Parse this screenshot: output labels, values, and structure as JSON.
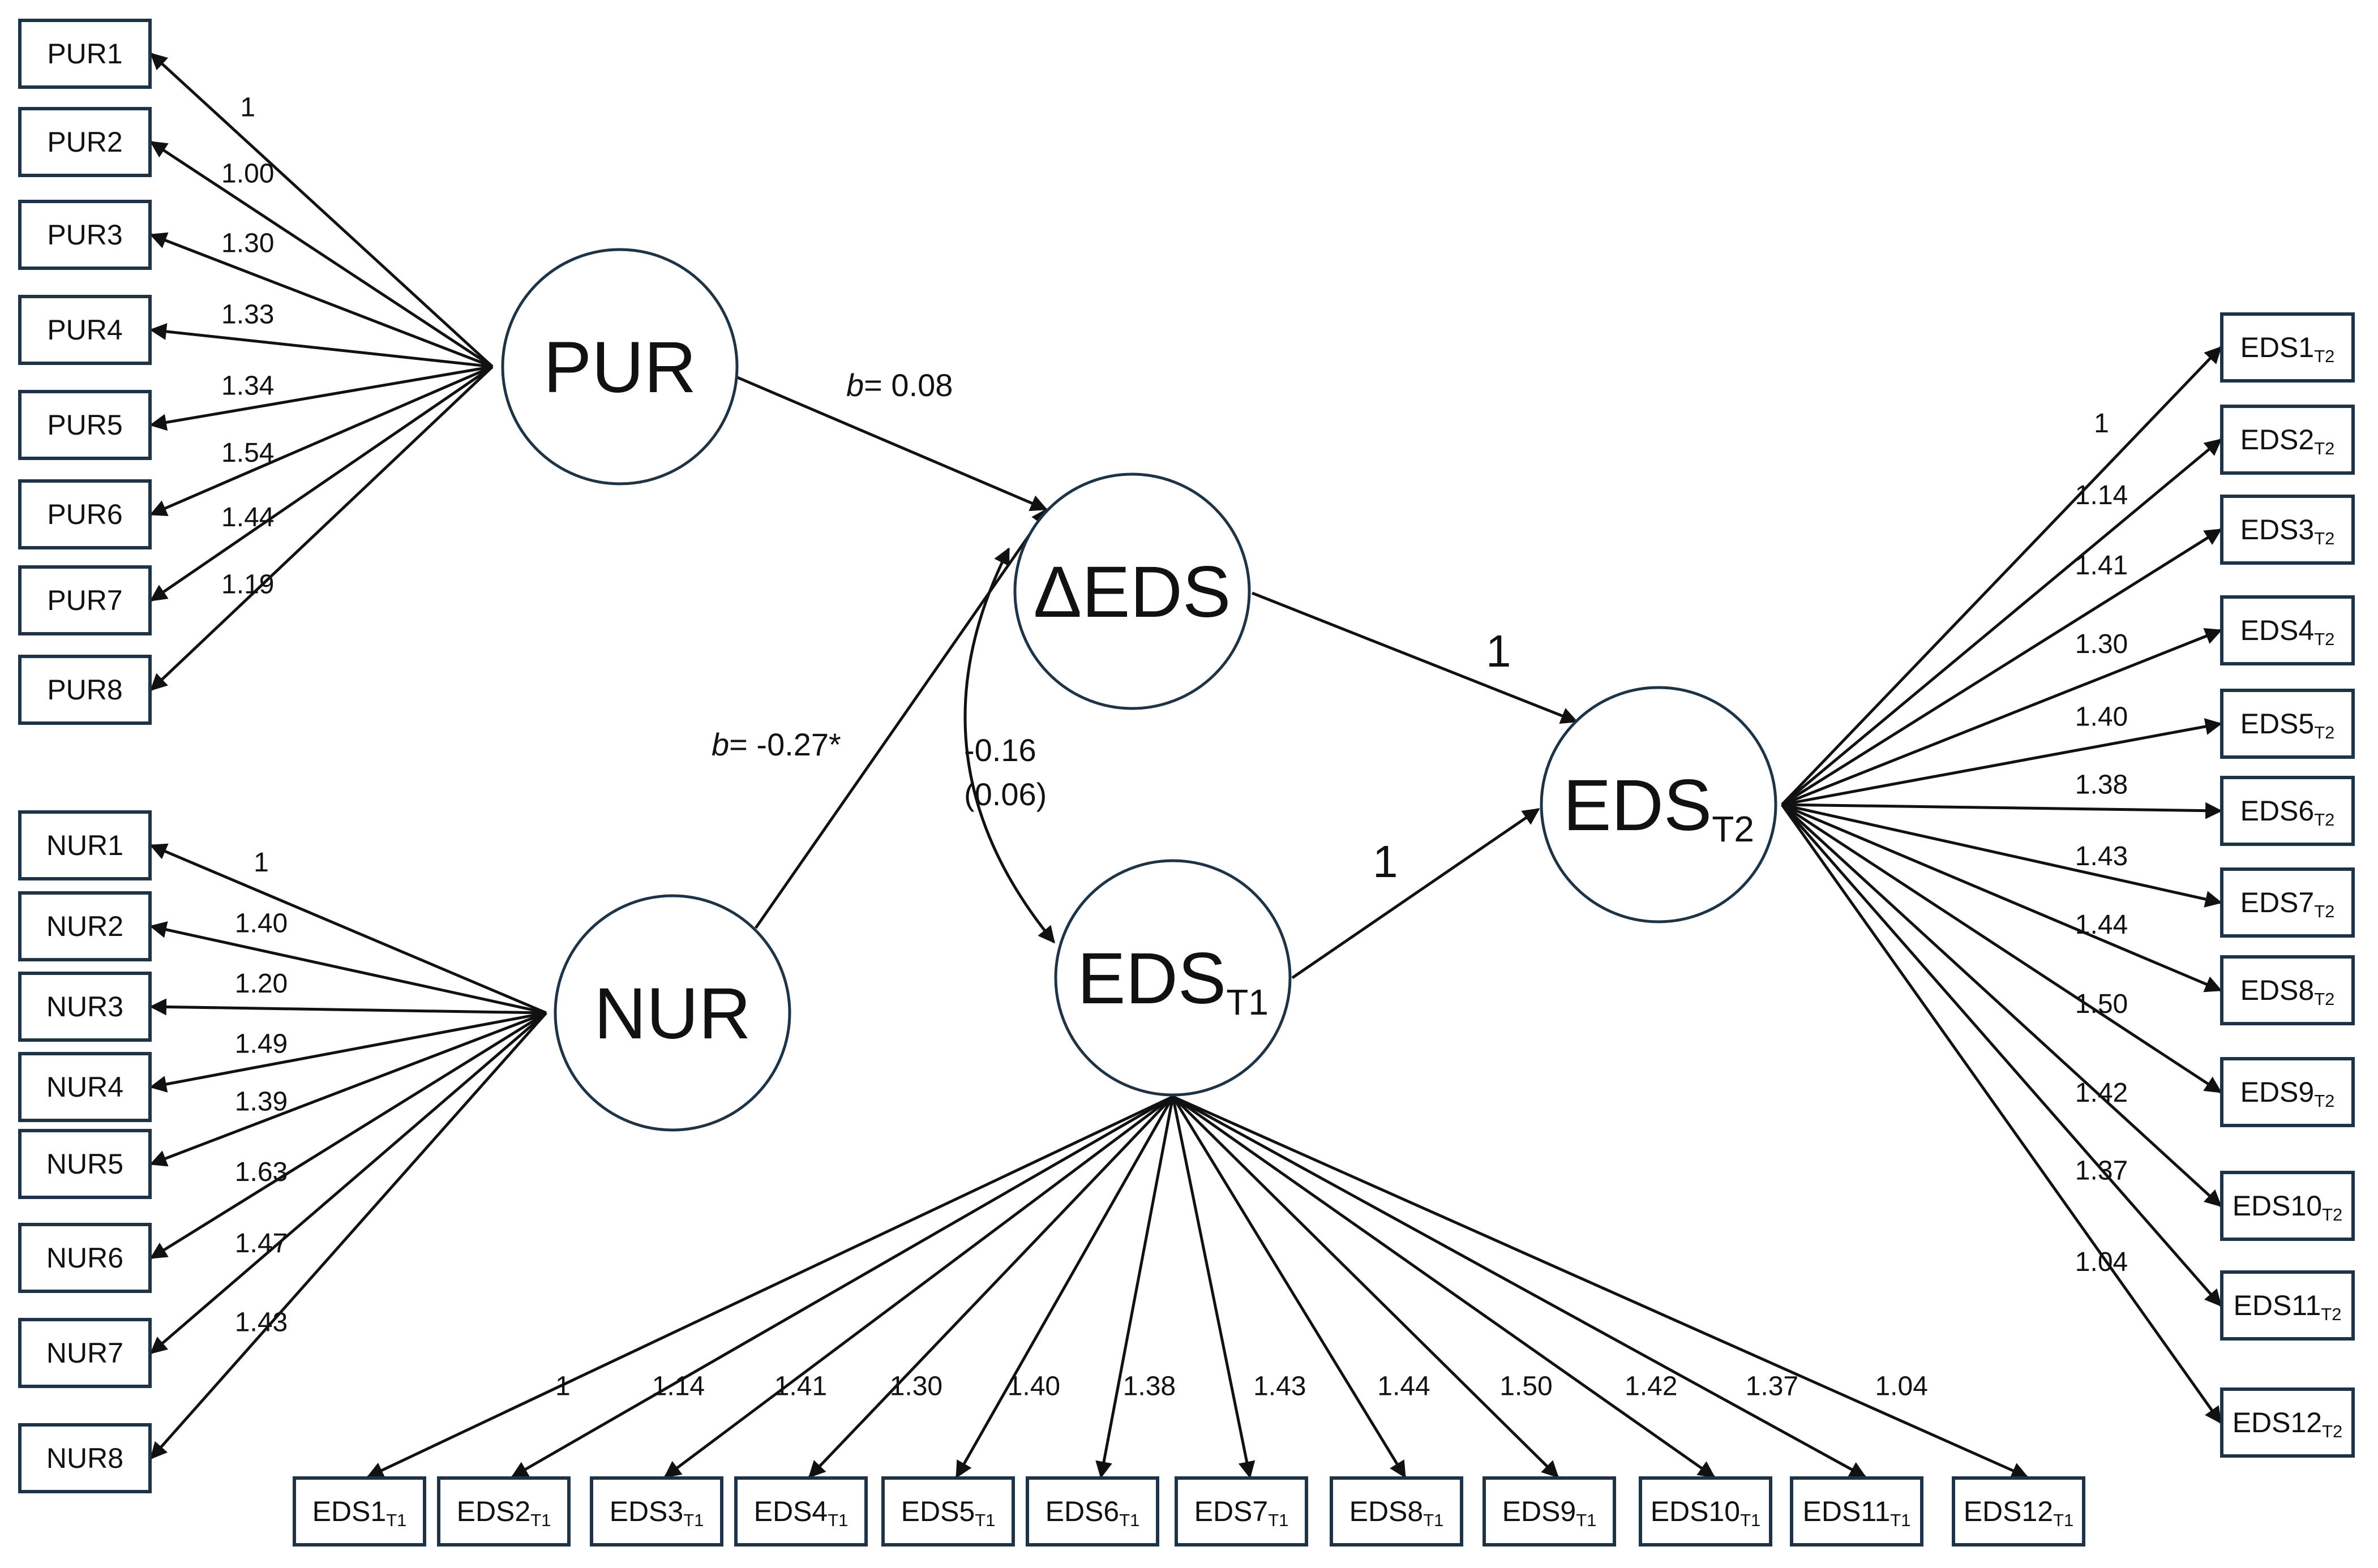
{
  "latents": {
    "pur": {
      "label": "PUR",
      "sub": ""
    },
    "nur": {
      "label": "NUR",
      "sub": ""
    },
    "deds": {
      "label": "ΔEDS",
      "sub": ""
    },
    "edst1": {
      "label": "EDS",
      "sub": "T1"
    },
    "edst2": {
      "label": "EDS",
      "sub": "T2"
    }
  },
  "indicators": {
    "pur": [
      {
        "label": "PUR1",
        "sub": "",
        "loading": "1"
      },
      {
        "label": "PUR2",
        "sub": "",
        "loading": "1.00"
      },
      {
        "label": "PUR3",
        "sub": "",
        "loading": "1.30"
      },
      {
        "label": "PUR4",
        "sub": "",
        "loading": "1.33"
      },
      {
        "label": "PUR5",
        "sub": "",
        "loading": "1.34"
      },
      {
        "label": "PUR6",
        "sub": "",
        "loading": "1.54"
      },
      {
        "label": "PUR7",
        "sub": "",
        "loading": "1.44"
      },
      {
        "label": "PUR8",
        "sub": "",
        "loading": "1.19"
      }
    ],
    "nur": [
      {
        "label": "NUR1",
        "sub": "",
        "loading": "1"
      },
      {
        "label": "NUR2",
        "sub": "",
        "loading": "1.40"
      },
      {
        "label": "NUR3",
        "sub": "",
        "loading": "1.20"
      },
      {
        "label": "NUR4",
        "sub": "",
        "loading": "1.49"
      },
      {
        "label": "NUR5",
        "sub": "",
        "loading": "1.39"
      },
      {
        "label": "NUR6",
        "sub": "",
        "loading": "1.63"
      },
      {
        "label": "NUR7",
        "sub": "",
        "loading": "1.47"
      },
      {
        "label": "NUR8",
        "sub": "",
        "loading": "1.43"
      }
    ],
    "edst1": [
      {
        "label": "EDS1",
        "sub": "T1",
        "loading": "1"
      },
      {
        "label": "EDS2",
        "sub": "T1",
        "loading": "1.14"
      },
      {
        "label": "EDS3",
        "sub": "T1",
        "loading": "1.41"
      },
      {
        "label": "EDS4",
        "sub": "T1",
        "loading": "1.30"
      },
      {
        "label": "EDS5",
        "sub": "T1",
        "loading": "1.40"
      },
      {
        "label": "EDS6",
        "sub": "T1",
        "loading": "1.38"
      },
      {
        "label": "EDS7",
        "sub": "T1",
        "loading": "1.43"
      },
      {
        "label": "EDS8",
        "sub": "T1",
        "loading": "1.44"
      },
      {
        "label": "EDS9",
        "sub": "T1",
        "loading": "1.50"
      },
      {
        "label": "EDS10",
        "sub": "T1",
        "loading": "1.42"
      },
      {
        "label": "EDS11",
        "sub": "T1",
        "loading": "1.37"
      },
      {
        "label": "EDS12",
        "sub": "T1",
        "loading": "1.04"
      }
    ],
    "edst2": [
      {
        "label": "EDS1",
        "sub": "T2",
        "loading": "1"
      },
      {
        "label": "EDS2",
        "sub": "T2",
        "loading": "1.14"
      },
      {
        "label": "EDS3",
        "sub": "T2",
        "loading": "1.41"
      },
      {
        "label": "EDS4",
        "sub": "T2",
        "loading": "1.30"
      },
      {
        "label": "EDS5",
        "sub": "T2",
        "loading": "1.40"
      },
      {
        "label": "EDS6",
        "sub": "T2",
        "loading": "1.38"
      },
      {
        "label": "EDS7",
        "sub": "T2",
        "loading": "1.43"
      },
      {
        "label": "EDS8",
        "sub": "T2",
        "loading": "1.44"
      },
      {
        "label": "EDS9",
        "sub": "T2",
        "loading": "1.50"
      },
      {
        "label": "EDS10",
        "sub": "T2",
        "loading": "1.42"
      },
      {
        "label": "EDS11",
        "sub": "T2",
        "loading": "1.37"
      },
      {
        "label": "EDS12",
        "sub": "T2",
        "loading": "1.04"
      }
    ]
  },
  "paths": {
    "pur_to_deds": {
      "b": "b",
      "value": "= 0.08"
    },
    "nur_to_deds": {
      "b": "b",
      "value": "= -0.27*"
    },
    "covariance": {
      "estimate": "-0.16",
      "se": "(0.06)"
    },
    "deds_to_edst2": "1",
    "edst1_to_edst2": "1"
  }
}
